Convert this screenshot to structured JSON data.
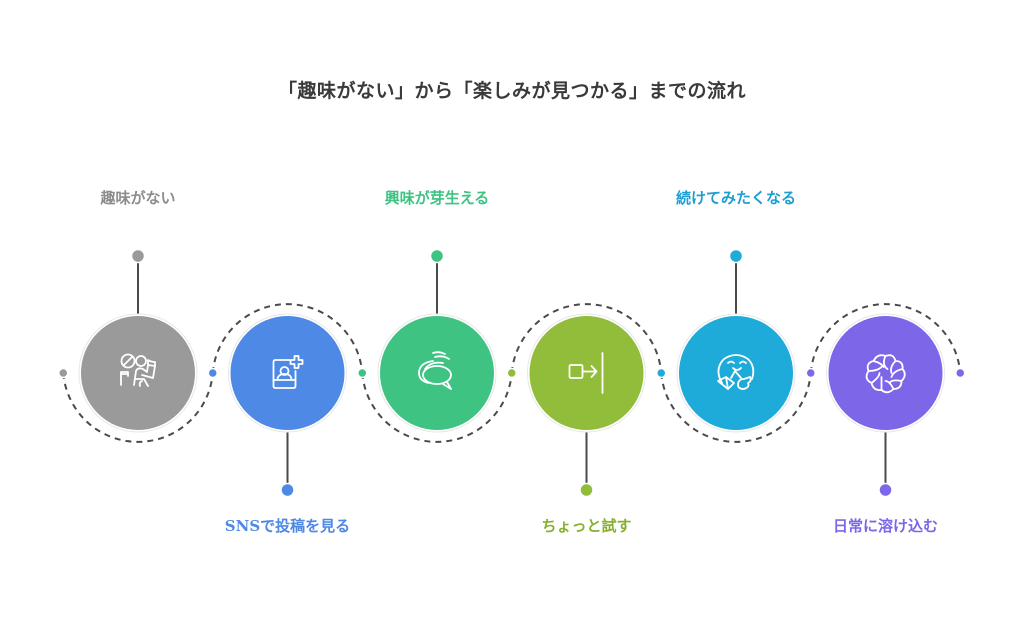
{
  "title": "「趣味がない」から「楽しみが見つかる」までの流れ",
  "steps": [
    {
      "label": "趣味がない",
      "position": "top",
      "color": "#9a9a9a",
      "label_color": "#8c8c8c",
      "icon": "person-reading-blocked-icon"
    },
    {
      "label": "SNSで投稿を見る",
      "position": "bottom",
      "color": "#4d89e5",
      "label_color": "#4d89e5",
      "icon": "profile-add-icon"
    },
    {
      "label": "興味が芽生える",
      "position": "top",
      "color": "#3ec383",
      "label_color": "#3ec383",
      "icon": "conversation-bubble-icon"
    },
    {
      "label": "ちょっと試す",
      "position": "bottom",
      "color": "#92bd3a",
      "label_color": "#86b02f",
      "icon": "step-in-arrow-icon"
    },
    {
      "label": "続けてみたくなる",
      "position": "top",
      "color": "#1eabd9",
      "label_color": "#1e9ed1",
      "icon": "happy-reader-icon"
    },
    {
      "label": "日常に溶け込む",
      "position": "bottom",
      "color": "#7e66e8",
      "label_color": "#7e66e8",
      "icon": "swirl-flower-icon"
    }
  ],
  "colors": {
    "title": "#3a3a3a",
    "connector": "#4a4a4a",
    "dash": "#4a4a4a"
  }
}
